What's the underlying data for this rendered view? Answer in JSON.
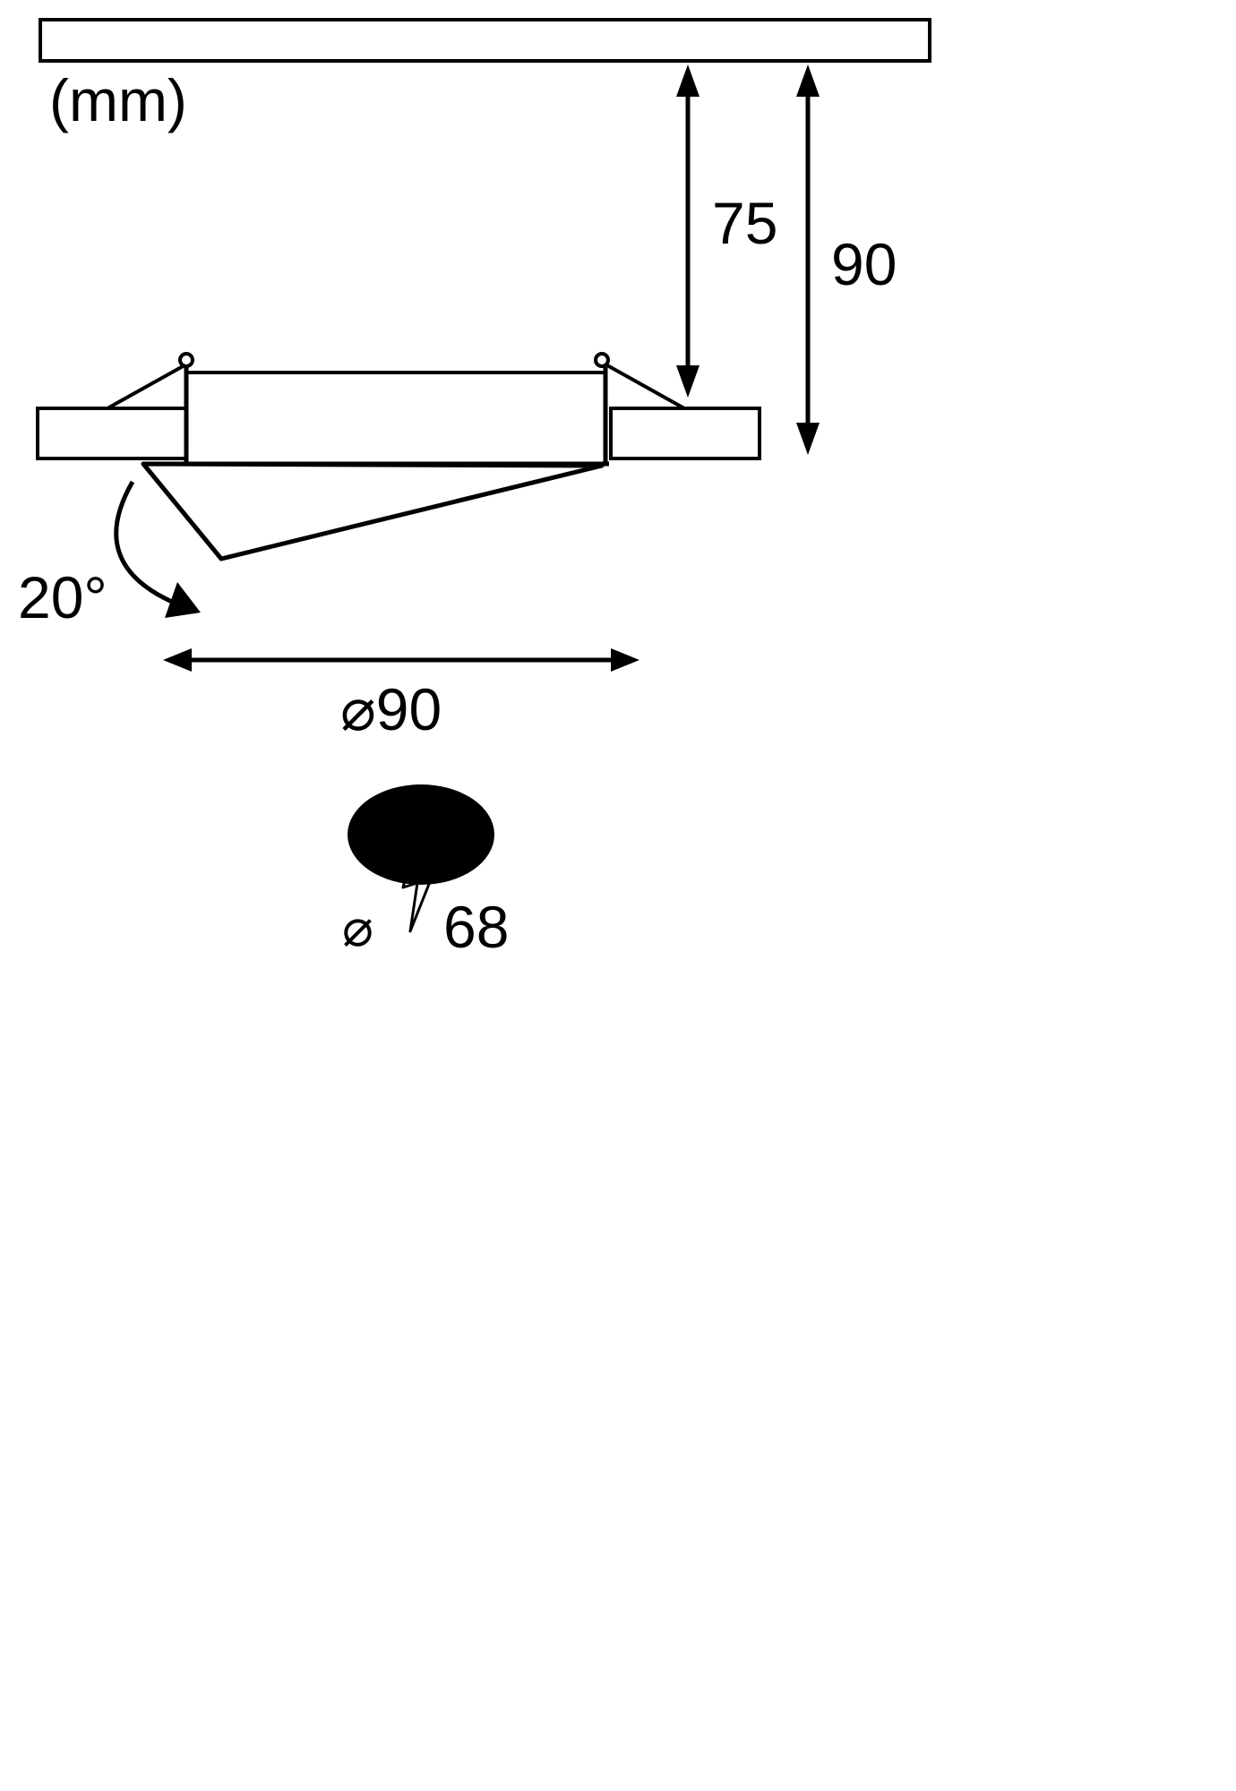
{
  "diagram": {
    "unit_label": "(mm)",
    "dimensions": {
      "depth_75": "75",
      "depth_90": "90",
      "tilt_angle": "20°",
      "outer_diameter": "⌀90",
      "cutout_symbol": "⌀",
      "cutout_value": "68"
    },
    "colors": {
      "background": "#ffffff",
      "ceiling_fill": "#d4d4d4",
      "trim_fill": "#565656",
      "body_fill": "#ffffff",
      "bolt_fill": "#bdbdbd",
      "line": "#000000"
    },
    "icons": {
      "bolt": "lightning-bolt-icon"
    }
  }
}
